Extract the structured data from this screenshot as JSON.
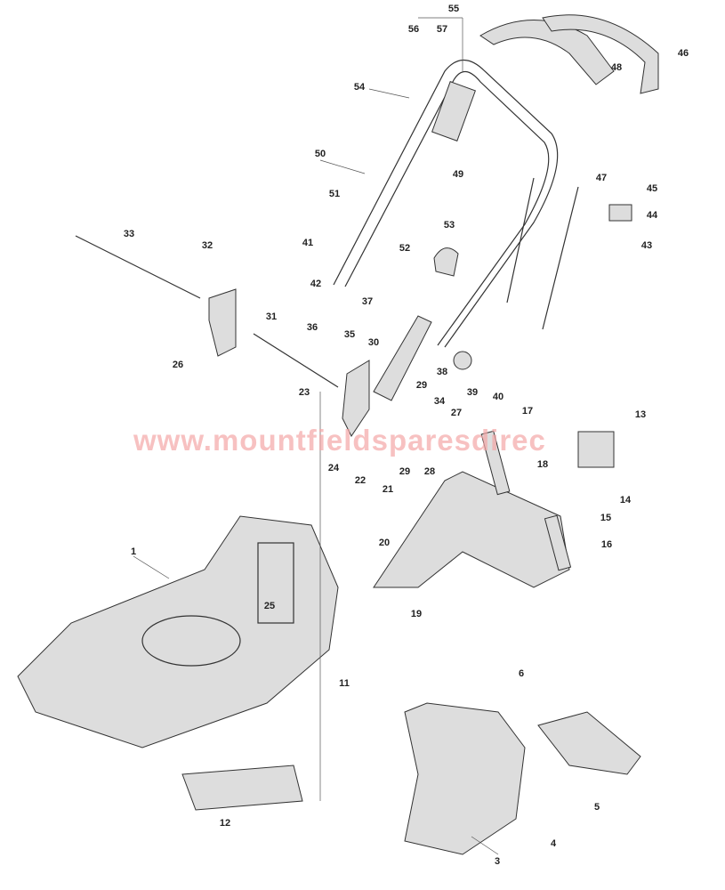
{
  "watermark": "www.mountfieldsparesdirec",
  "labels": [
    "55",
    "56",
    "57",
    "48",
    "46",
    "54",
    "50",
    "49",
    "47",
    "45",
    "51",
    "44",
    "53",
    "41",
    "52",
    "43",
    "33",
    "32",
    "42",
    "37",
    "31",
    "36",
    "35",
    "30",
    "26",
    "38",
    "39",
    "40",
    "23",
    "29",
    "34",
    "27",
    "17",
    "13",
    "24",
    "29",
    "28",
    "22",
    "21",
    "18",
    "14",
    "15",
    "20",
    "16",
    "1",
    "25",
    "19",
    "11",
    "6",
    "12",
    "5",
    "4",
    "3"
  ]
}
